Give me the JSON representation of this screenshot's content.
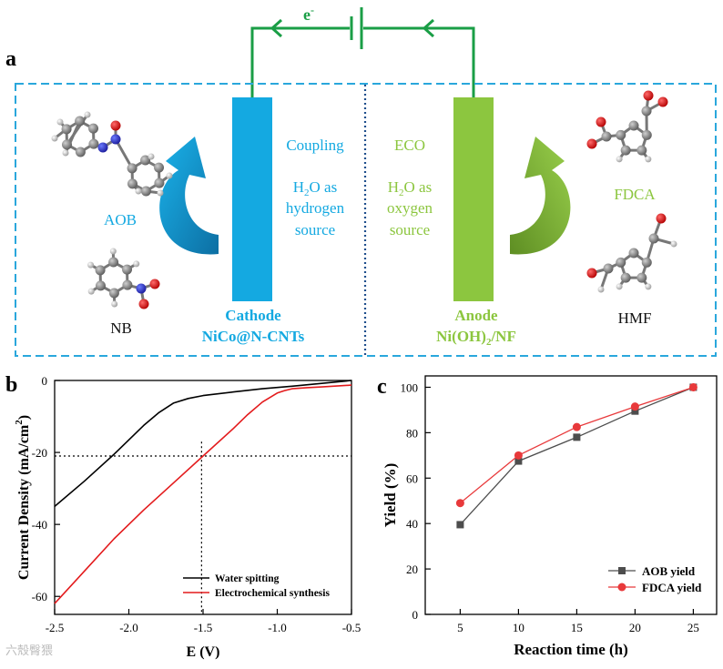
{
  "colors": {
    "cathode": "#14a9e1",
    "anode": "#8cc63f",
    "wire": "#1a9e46",
    "box": "#2aa7dc",
    "black_series": "#000000",
    "red_series": "#e31a1c",
    "aob_marker": "#4d4d4d",
    "fdca_marker": "#e8393b"
  },
  "panel_a": {
    "label": "a",
    "electron": "e",
    "electron_sup": "-",
    "cathode_title": "Cathode",
    "cathode_material": "NiCo@N-CNTs",
    "anode_title": "Anode",
    "anode_material_pre": "Ni(OH)",
    "anode_material_sub": "2",
    "anode_material_post": "/NF",
    "cathode_side": {
      "line1": "Coupling",
      "line2_pre": "H",
      "line2_sub": "2",
      "line2_post": "O as",
      "line3": "hydrogen",
      "line4": "source"
    },
    "anode_side": {
      "line1": "ECO",
      "line2_pre": "H",
      "line2_sub": "2",
      "line2_post": "O as",
      "line3": "oxygen",
      "line4": "source"
    },
    "molecules": {
      "aob": "AOB",
      "nb": "NB",
      "fdca": "FDCA",
      "hmf": "HMF"
    }
  },
  "chart_data": [
    {
      "panel": "b",
      "type": "line",
      "xlabel": "E (V)",
      "ylabel_pre": "Current Density (mA/cm",
      "ylabel_sup": "2",
      "ylabel_post": ")",
      "xlim": [
        -2.5,
        -0.5
      ],
      "ylim": [
        -65,
        0
      ],
      "xticks": [
        -2.5,
        -2.0,
        -1.5,
        -1.0,
        -0.5
      ],
      "xtick_labels": [
        "-2.5",
        "-2.0",
        "-1.5",
        "-1.0",
        "-0.5"
      ],
      "yticks": [
        0,
        -20,
        -40,
        -60
      ],
      "ytick_labels": [
        "0",
        "-20",
        "-40",
        "-60"
      ],
      "legend_position": "bottom-right",
      "reference_lines": {
        "y": -21,
        "x": -1.51
      },
      "series": [
        {
          "name": "Water spitting",
          "color": "#000000",
          "x": [
            -2.5,
            -2.3,
            -2.1,
            -1.9,
            -1.8,
            -1.7,
            -1.6,
            -1.5,
            -1.3,
            -1.1,
            -0.9,
            -0.7,
            -0.5
          ],
          "y": [
            -35,
            -28,
            -20.5,
            -12.5,
            -9,
            -6.3,
            -5,
            -4.2,
            -3.2,
            -2.3,
            -1.6,
            -0.8,
            0
          ]
        },
        {
          "name": "Electrochemical synthesis",
          "color": "#e31a1c",
          "x": [
            -2.5,
            -2.3,
            -2.1,
            -1.9,
            -1.7,
            -1.5,
            -1.3,
            -1.2,
            -1.1,
            -1.0,
            -0.95,
            -0.9,
            -0.8,
            -0.7,
            -0.5
          ],
          "y": [
            -62,
            -53,
            -44,
            -36,
            -28.5,
            -21,
            -13.5,
            -9.5,
            -6,
            -3.5,
            -2.8,
            -2.3,
            -2,
            -1.8,
            -1.3
          ]
        }
      ]
    },
    {
      "panel": "c",
      "type": "line",
      "xlabel": "Reaction time (h)",
      "ylabel": "Yield (%)",
      "xlim": [
        2,
        27
      ],
      "ylim": [
        0,
        105
      ],
      "xticks": [
        5,
        10,
        15,
        20,
        25
      ],
      "xtick_labels": [
        "5",
        "10",
        "15",
        "20",
        "25"
      ],
      "yticks": [
        0,
        20,
        40,
        60,
        80,
        100
      ],
      "ytick_labels": [
        "0",
        "20",
        "40",
        "60",
        "80",
        "100"
      ],
      "legend_position": "bottom-right",
      "series": [
        {
          "name": "AOB yield",
          "marker": "square",
          "color": "#4d4d4d",
          "x": [
            5,
            10,
            15,
            20,
            25
          ],
          "y": [
            39.5,
            67.5,
            78,
            89.5,
            100
          ]
        },
        {
          "name": "FDCA yield",
          "marker": "circle",
          "color": "#e8393b",
          "x": [
            5,
            10,
            15,
            20,
            25
          ],
          "y": [
            49,
            70,
            82.5,
            91.5,
            100
          ]
        }
      ]
    }
  ],
  "watermark": "六殼臀猥"
}
